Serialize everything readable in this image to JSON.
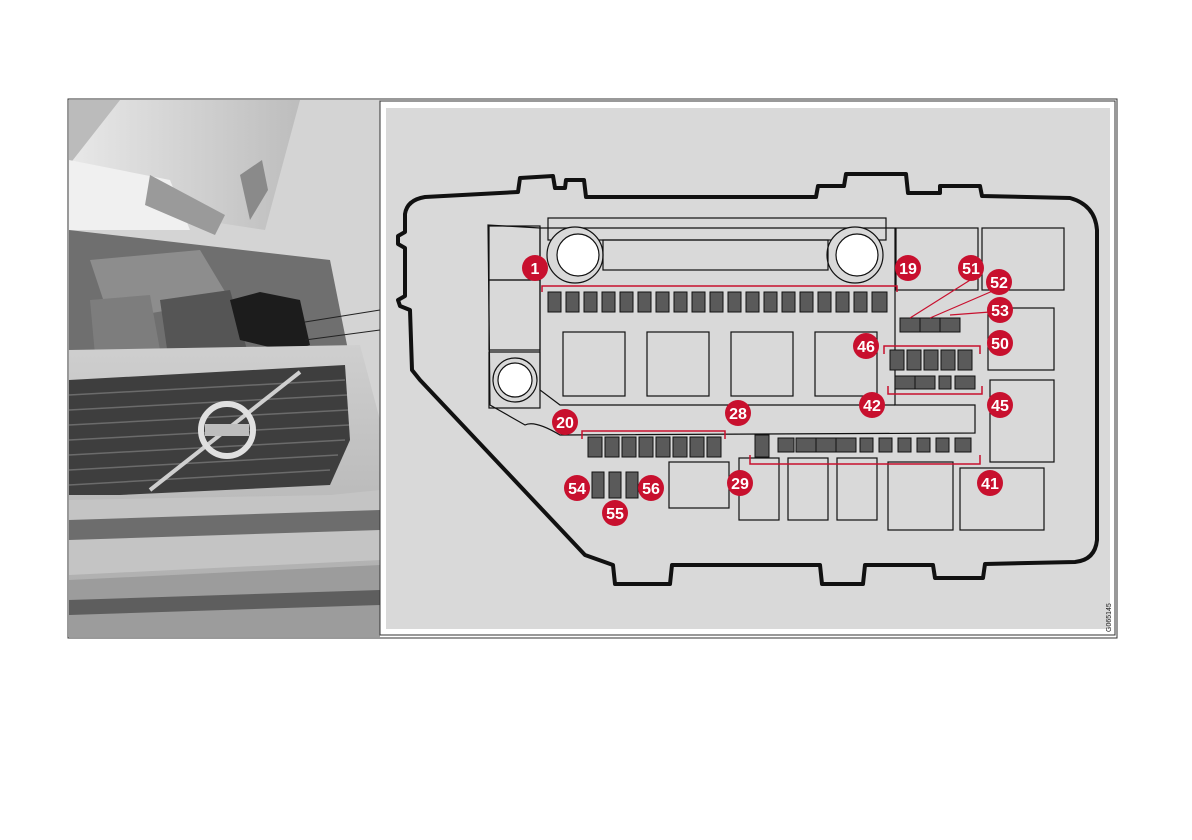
{
  "figure": {
    "image_id": "G065145",
    "inset_photo_icon": "car-engine-bay-photo",
    "colors": {
      "callout_fill": "#c8102e",
      "panel_fill": "#d9d9d9",
      "fuse_fill": "#5a5a5a",
      "bracket": "#c8102e"
    }
  },
  "callouts": [
    {
      "id": "c1",
      "label": "1"
    },
    {
      "id": "c19",
      "label": "19"
    },
    {
      "id": "c51",
      "label": "51"
    },
    {
      "id": "c52",
      "label": "52"
    },
    {
      "id": "c53",
      "label": "53"
    },
    {
      "id": "c46",
      "label": "46"
    },
    {
      "id": "c50",
      "label": "50"
    },
    {
      "id": "c42",
      "label": "42"
    },
    {
      "id": "c45",
      "label": "45"
    },
    {
      "id": "c20",
      "label": "20"
    },
    {
      "id": "c28",
      "label": "28"
    },
    {
      "id": "c29",
      "label": "29"
    },
    {
      "id": "c41",
      "label": "41"
    },
    {
      "id": "c54",
      "label": "54"
    },
    {
      "id": "c55",
      "label": "55"
    },
    {
      "id": "c56",
      "label": "56"
    }
  ]
}
